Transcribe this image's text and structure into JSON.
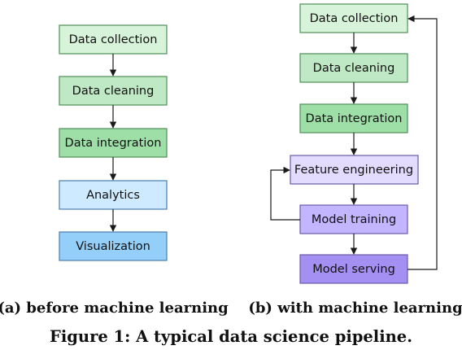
{
  "diagram_a": {
    "caption": "(a) before machine learning",
    "nodes": [
      {
        "label": "Data collection",
        "fill": "#d7f3d9",
        "stroke": "#4f8f57"
      },
      {
        "label": "Data cleaning",
        "fill": "#bfe9c4",
        "stroke": "#4f8f57"
      },
      {
        "label": "Data integration",
        "fill": "#9edfa8",
        "stroke": "#4f8f57"
      },
      {
        "label": "Analytics",
        "fill": "#cdeaff",
        "stroke": "#4a7fb0"
      },
      {
        "label": "Visualization",
        "fill": "#93cff9",
        "stroke": "#4a7fb0"
      }
    ]
  },
  "diagram_b": {
    "caption": "(b) with machine learning",
    "nodes": [
      {
        "label": "Data collection",
        "fill": "#d7f3d9",
        "stroke": "#4f8f57"
      },
      {
        "label": "Data cleaning",
        "fill": "#bfe9c4",
        "stroke": "#4f8f57"
      },
      {
        "label": "Data integration",
        "fill": "#9edfa8",
        "stroke": "#4f8f57"
      },
      {
        "label": "Feature engineering",
        "fill": "#e3dcff",
        "stroke": "#6a5aa8"
      },
      {
        "label": "Model training",
        "fill": "#c3b5ff",
        "stroke": "#6a5aa8"
      },
      {
        "label": "Model serving",
        "fill": "#a48ff2",
        "stroke": "#6a5aa8"
      }
    ]
  },
  "figure_caption": "Figure 1: A typical data science pipeline."
}
